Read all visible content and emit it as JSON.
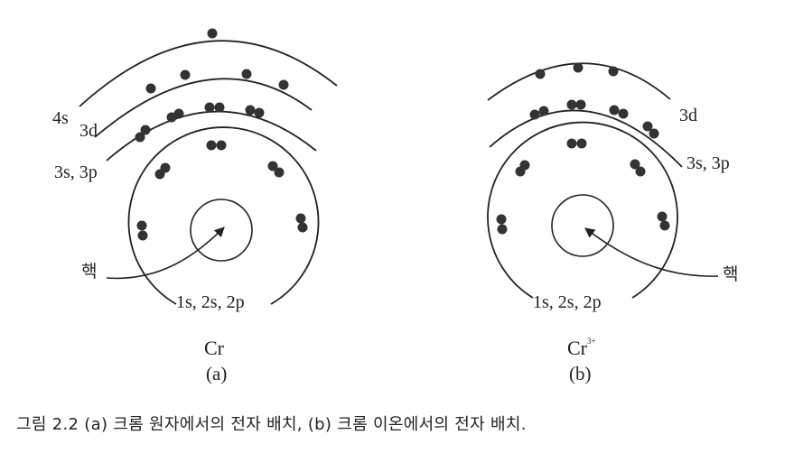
{
  "diagram_a": {
    "shell_labels": {
      "s4": "4s",
      "d3": "3d",
      "s3p3": "3s, 3p",
      "s1s2p2": "1s, 2s, 2p"
    },
    "nucleus_label": "핵",
    "symbol": "Cr",
    "sublabel": "(a)"
  },
  "diagram_b": {
    "shell_labels": {
      "d3": "3d",
      "s3p3": "3s, 3p",
      "s1s2p2": "1s, 2s, 2p"
    },
    "nucleus_label": "핵",
    "symbol": "Cr",
    "charge": "3+",
    "sublabel": "(b)"
  },
  "caption": "그림 2.2  (a) 크롬 원자에서의 전자 배치,  (b) 크롬 이온에서의 전자 배치.",
  "colors": {
    "line": "#222222",
    "electron": "#333333"
  }
}
